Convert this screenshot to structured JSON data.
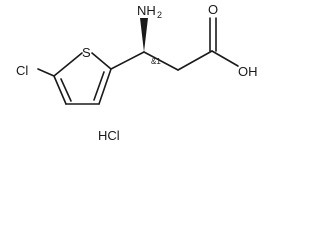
{
  "molecule": {
    "atoms": {
      "amine": {
        "symbol": "NH",
        "subscript": "2"
      },
      "sulfur": {
        "symbol": "S"
      },
      "chlorine": {
        "symbol": "Cl"
      },
      "hydroxyl": {
        "symbol": "OH"
      },
      "carbonyl_oxygen": {
        "symbol": "O"
      }
    },
    "stereo_label": "&1",
    "salt": "HCl"
  }
}
